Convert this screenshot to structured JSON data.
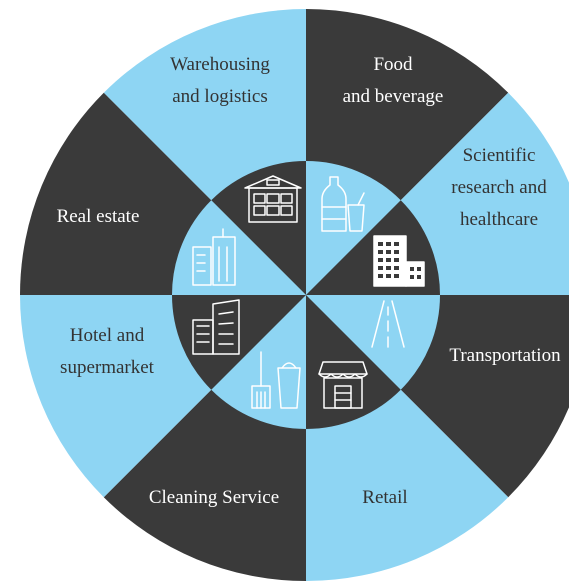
{
  "colors": {
    "dark": "#3a3a3a",
    "light": "#8ed5f3",
    "label_on_dark": "#ffffff",
    "label_on_light": "#333333",
    "icon_stroke": "#ffffff"
  },
  "segments": [
    {
      "id": "warehousing",
      "lines": [
        "Warehousing",
        "and logistics"
      ],
      "tone": "light",
      "icon": "warehouse-icon"
    },
    {
      "id": "food",
      "lines": [
        "Food",
        "and beverage"
      ],
      "tone": "dark",
      "icon": "bottle-and-glass-icon"
    },
    {
      "id": "scientific",
      "lines": [
        "Scientific",
        "research and",
        "healthcare"
      ],
      "tone": "light",
      "icon": "office-buildings-icon"
    },
    {
      "id": "transportation",
      "lines": [
        "Transportation"
      ],
      "tone": "dark",
      "icon": "road-icon"
    },
    {
      "id": "retail",
      "lines": [
        "Retail"
      ],
      "tone": "light",
      "icon": "storefront-icon"
    },
    {
      "id": "cleaning",
      "lines": [
        "Cleaning Service"
      ],
      "tone": "dark",
      "icon": "broom-and-bucket-icon"
    },
    {
      "id": "hotel",
      "lines": [
        "Hotel and",
        "supermarket"
      ],
      "tone": "light",
      "icon": "hotel-building-icon"
    },
    {
      "id": "realestate",
      "lines": [
        "Real estate"
      ],
      "tone": "dark",
      "icon": "city-building-icon"
    }
  ]
}
